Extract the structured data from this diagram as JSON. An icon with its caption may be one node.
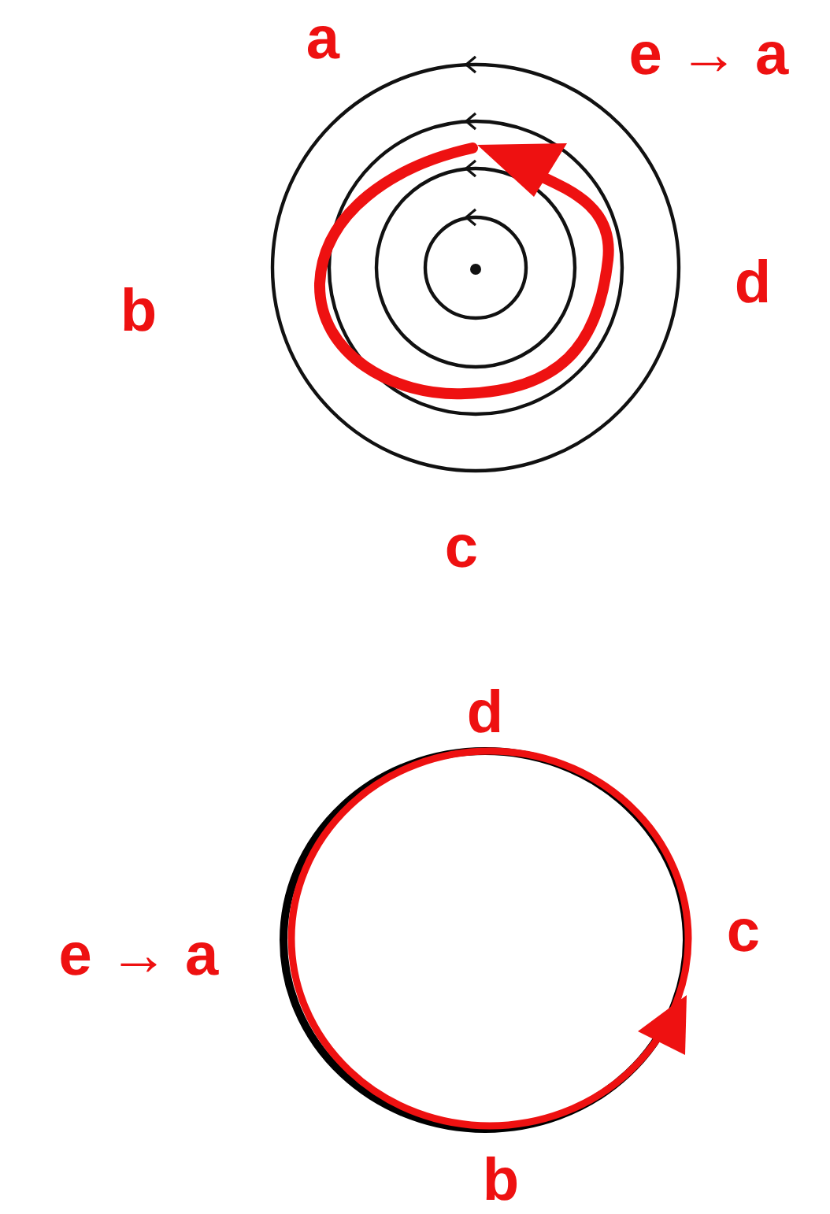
{
  "diagram": {
    "labels": [
      "a",
      "e → a",
      "b",
      "d",
      "c",
      "d",
      "c",
      "e → a",
      "b"
    ]
  }
}
